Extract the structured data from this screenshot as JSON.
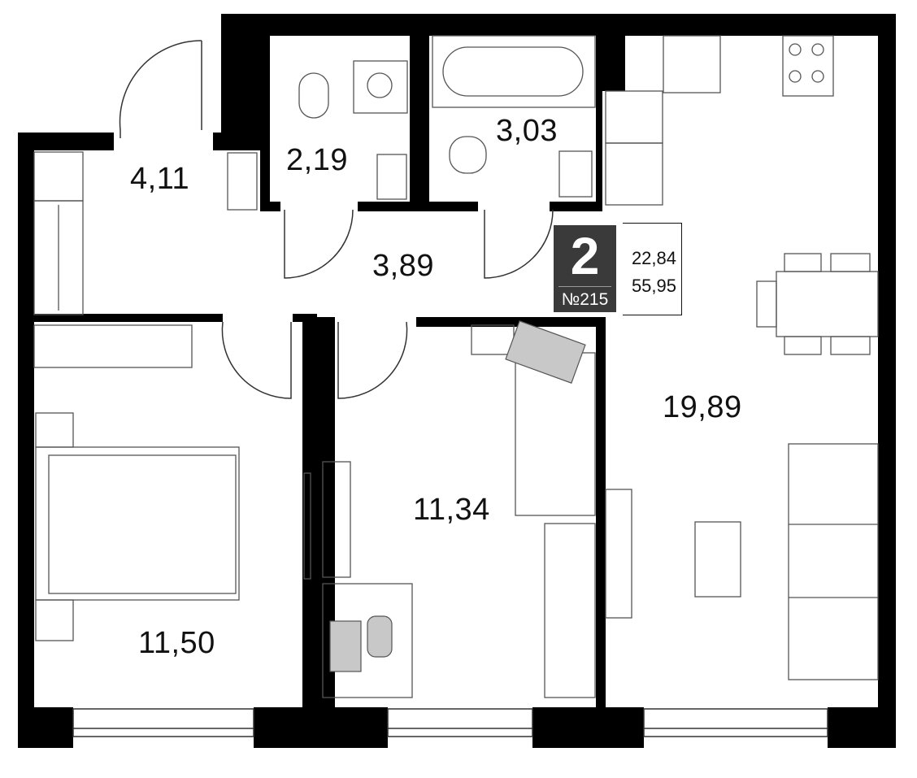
{
  "rooms": [
    {
      "id": "hall",
      "area": "4,11"
    },
    {
      "id": "wc",
      "area": "2,19"
    },
    {
      "id": "bathroom",
      "area": "3,03"
    },
    {
      "id": "corridor",
      "area": "3,89"
    },
    {
      "id": "bedroom-left",
      "area": "11,50"
    },
    {
      "id": "bedroom-middle",
      "area": "11,34"
    },
    {
      "id": "kitchen-living",
      "area": "19,89"
    }
  ],
  "apartment": {
    "rooms_count": "2",
    "number": "№215",
    "living_area": "22,84",
    "total_area": "55,95"
  },
  "colors": {
    "wall": "#000000",
    "furniture_fill": "#c8c8c8",
    "badge_bg": "#3a3a3a",
    "line": "#333333"
  }
}
